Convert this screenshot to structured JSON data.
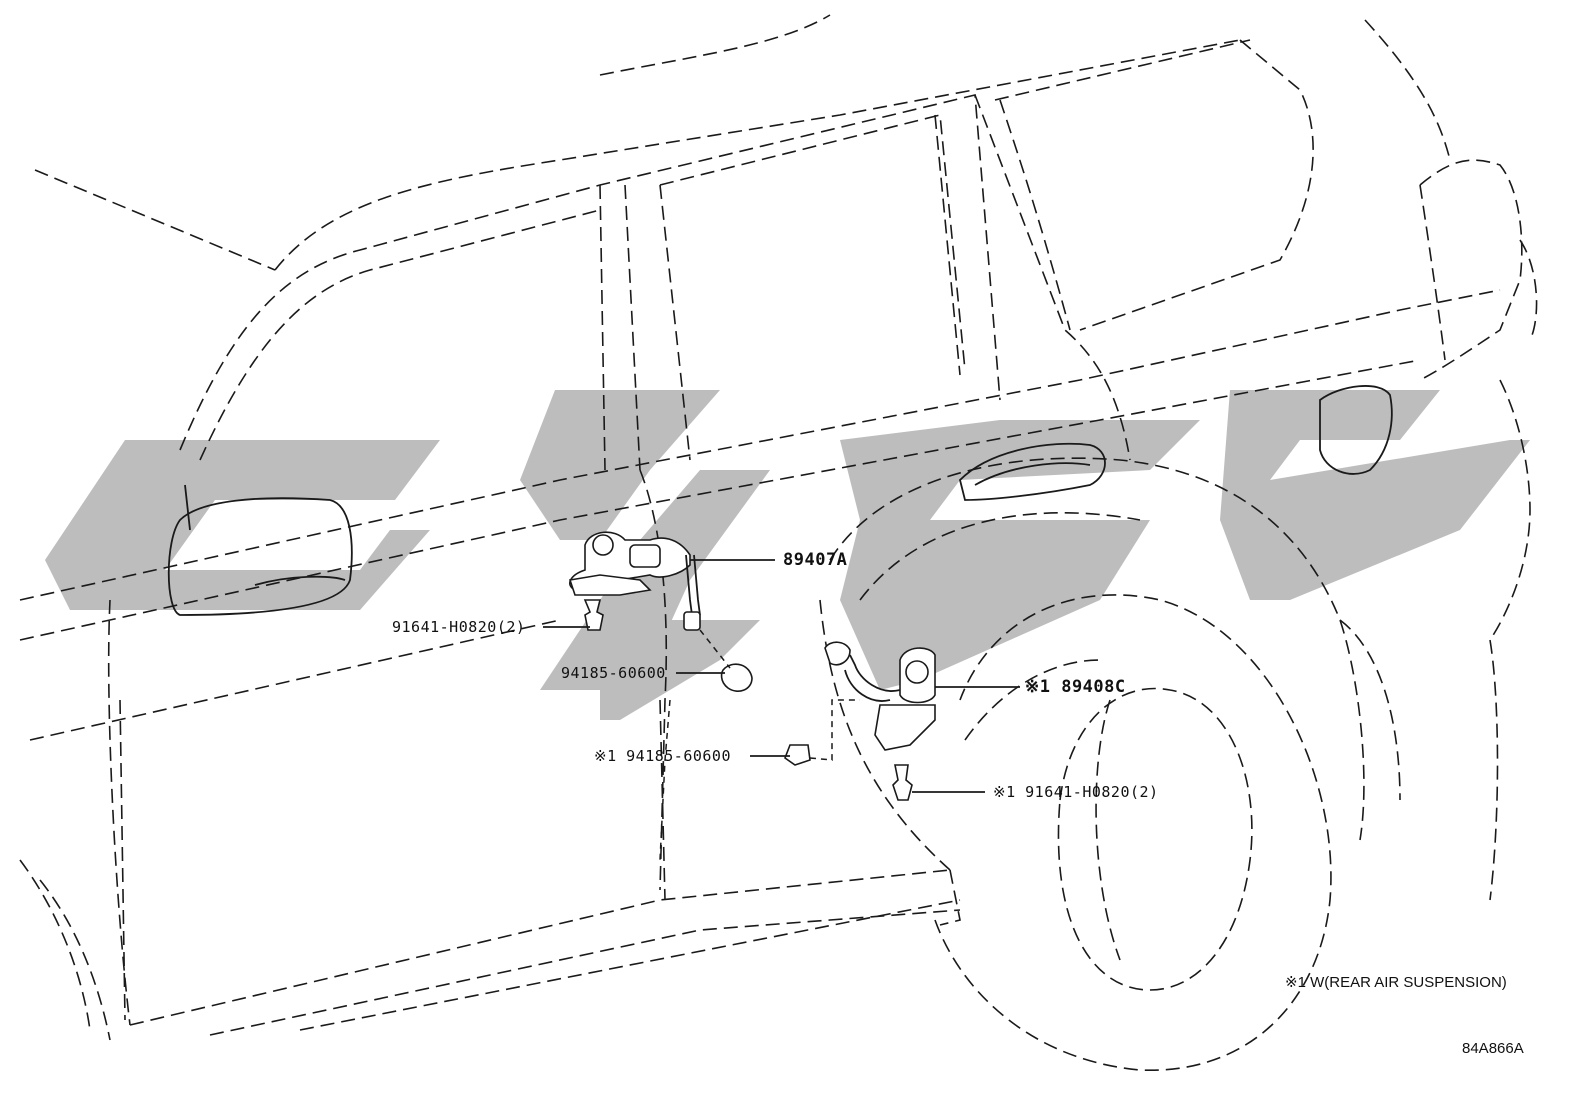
{
  "diagram": {
    "callouts": {
      "sensor_front": "89407A",
      "bolt_front": "91641-H0820(2)",
      "nut_front": "94185-60600",
      "sensor_rear": "※1 89408C",
      "nut_rear": "※1 94185-60600",
      "bolt_rear": "※1 91641-H0820(2)"
    },
    "footnote": "※1 W(REAR AIR SUSPENSION)",
    "drawing_code": "84A866A"
  }
}
